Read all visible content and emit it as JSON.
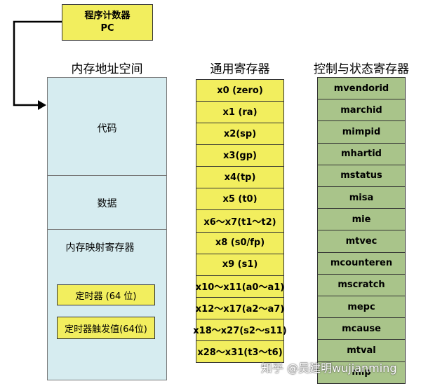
{
  "pc": {
    "line1": "程序计数器",
    "line2": "PC"
  },
  "memory": {
    "title": "内存地址空间",
    "code": "代码",
    "data": "数据",
    "mmio": "内存映射寄存器",
    "timer": "定时器 (64 位)",
    "timer_compare": "定时器触发值(64位)"
  },
  "gpr": {
    "title": "通用寄存器",
    "items": [
      "x0 (zero)",
      "x1 (ra)",
      "x2(sp)",
      "x3(gp)",
      "x4(tp)",
      "x5 (t0)",
      "x6～x7(t1～t2)",
      "x8 (s0/fp)",
      "x9 (s1)",
      "x10～x11(a0～a1)",
      "x12～x17(a2～a7)",
      "x18～x27(s2～s11)",
      "x28～x31(t3～t6)"
    ]
  },
  "csr": {
    "title": "控制与状态寄存器",
    "items": [
      "mvendorid",
      "marchid",
      "mimpid",
      "mhartid",
      "mstatus",
      "misa",
      "mie",
      "mtvec",
      "mcounteren",
      "mscratch",
      "mepc",
      "mcause",
      "mtval",
      "mip"
    ]
  },
  "watermark": "知乎 @吴建明wujianming"
}
